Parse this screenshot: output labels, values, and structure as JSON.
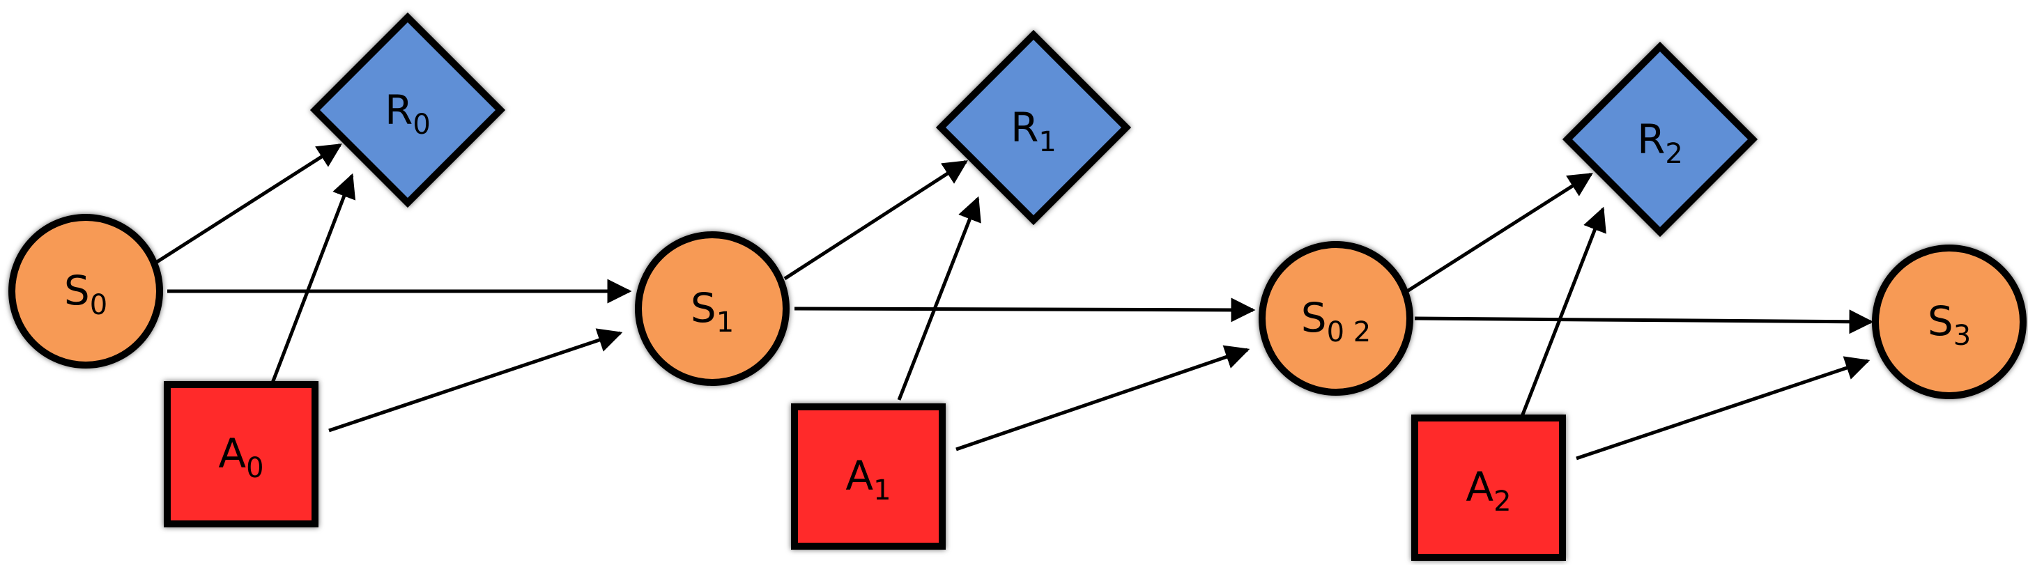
{
  "colors": {
    "state": "#f79a55",
    "action": "#ff2a2a",
    "reward": "#5e8fd6",
    "outline": "#000000",
    "arrow": "#000000"
  },
  "nodes": {
    "s0": {
      "base": "S",
      "sub": "0"
    },
    "s1": {
      "base": "S",
      "sub": "1"
    },
    "s2": {
      "base": "S",
      "sub": "0 2"
    },
    "s3": {
      "base": "S",
      "sub": "3"
    },
    "a0": {
      "base": "A",
      "sub": "0"
    },
    "a1": {
      "base": "A",
      "sub": "1"
    },
    "a2": {
      "base": "A",
      "sub": "2"
    },
    "r0": {
      "base": "R",
      "sub": "0"
    },
    "r1": {
      "base": "R",
      "sub": "1"
    },
    "r2": {
      "base": "R",
      "sub": "2"
    }
  }
}
